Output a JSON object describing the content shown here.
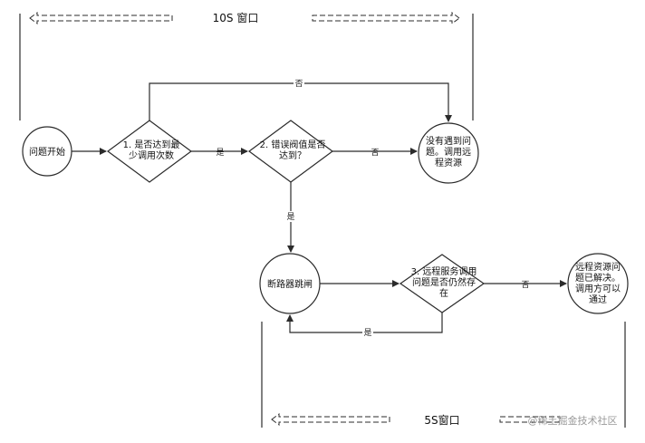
{
  "window_top_label": "10S 窗口",
  "window_bottom_label": "5S窗口",
  "watermark": "@稀土掘金技术社区",
  "nodes": {
    "start": [
      "问题开始"
    ],
    "decision1": [
      "1. 是否达到最",
      "少调用次数"
    ],
    "decision2": [
      "2. 错误阀值是否",
      "达到？"
    ],
    "remote_fail": [
      "没有遇到问",
      "题。调用远",
      "程资源"
    ],
    "breaker_open": [
      "断路器跳闸"
    ],
    "decision3": [
      "3. 远程服务调用",
      "问题是否仍然存",
      "在"
    ],
    "remote_ok": [
      "远程资源问",
      "题已解决。",
      "调用方可以",
      "通过"
    ]
  },
  "edges": {
    "d1_no": "否",
    "d1_yes": "是",
    "d2_no": "否",
    "d2_yes": "是",
    "d3_no": "否",
    "d3_yes": "是"
  },
  "colors": {
    "line": "#2b2b2b",
    "fill": "#ffffff"
  }
}
